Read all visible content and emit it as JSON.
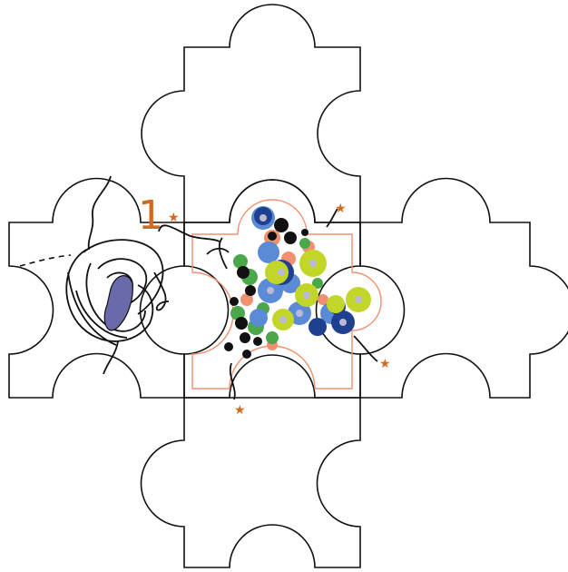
{
  "diagram": {
    "label": "1",
    "colors": {
      "outline": "#111111",
      "accent": "#d2691e",
      "blob_blue": "#3a5fb0",
      "blob_light_blue": "#5b8ad6",
      "blob_navy": "#1f3f8f",
      "blob_green": "#4aa84a",
      "blob_lime": "#c2d62a",
      "blob_salmon": "#f09070",
      "blob_black": "#111111",
      "swirl_fill": "#6a6aaa"
    },
    "markers": [
      "star",
      "star",
      "star",
      "star"
    ]
  }
}
